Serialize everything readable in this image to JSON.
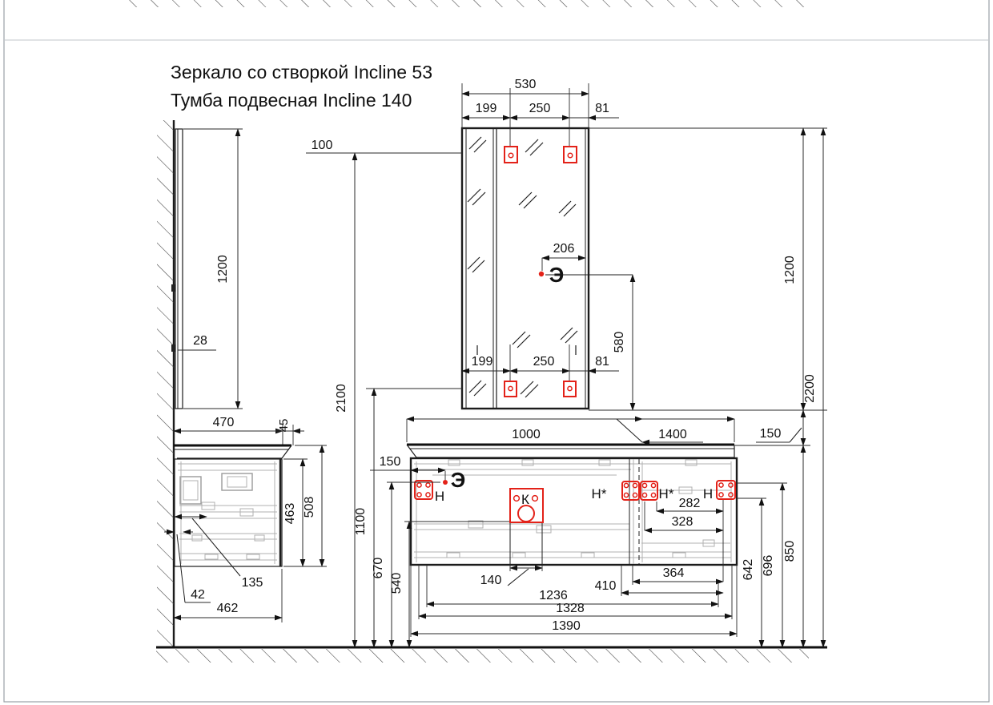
{
  "titles": {
    "line1": "Зеркало со створкой Incline 53",
    "line2": "Тумба подвесная Incline 140"
  },
  "symbols": {
    "electric_outlet": "Э",
    "drain": "К",
    "bracket": "Н",
    "bracket_star": "Н*"
  },
  "colors": {
    "accent_red": "#e32219",
    "line_black": "#1c1c1c",
    "internal_gray": "#b0b0b0",
    "frame_gray": "#9aa0a6"
  },
  "dims": {
    "mirror_width": "530",
    "mirror_hole_left": "199",
    "mirror_hole_span": "250",
    "mirror_hole_right": "81",
    "mirror_hole_top_offset": "100",
    "mirror_hole_left_b": "199",
    "mirror_hole_span_b": "250",
    "mirror_hole_right_b": "81",
    "outlet_from_edge": "206",
    "outlet_above_counter": "580",
    "mirror_height_side": "1200",
    "mirror_thickness": "28",
    "depth_wall_to_front": "470",
    "counter_overhang_side": "45",
    "holes_top_height": "2100",
    "holes_bottom_height": "1100",
    "outlet_height": "670",
    "drain_height": "540",
    "counter_basin_span": "1000",
    "counter_width": "1400",
    "counter_gap_right": "150",
    "outlet_inset_left": "150",
    "bracket_span_282": "282",
    "bracket_span_328": "328",
    "drain_width": "140",
    "span_364": "364",
    "span_410": "410",
    "span_1236": "1236",
    "span_1328": "1328",
    "body_width": "1390",
    "bracket_height_642": "642",
    "bracket_height_696": "696",
    "counter_height": "850",
    "mirror_height_front": "1200",
    "total_height": "2200",
    "side_body_height": "463",
    "side_total_height": "508",
    "side_drawer_inset": "135",
    "side_wall_gap": "42",
    "side_body_depth": "462"
  }
}
